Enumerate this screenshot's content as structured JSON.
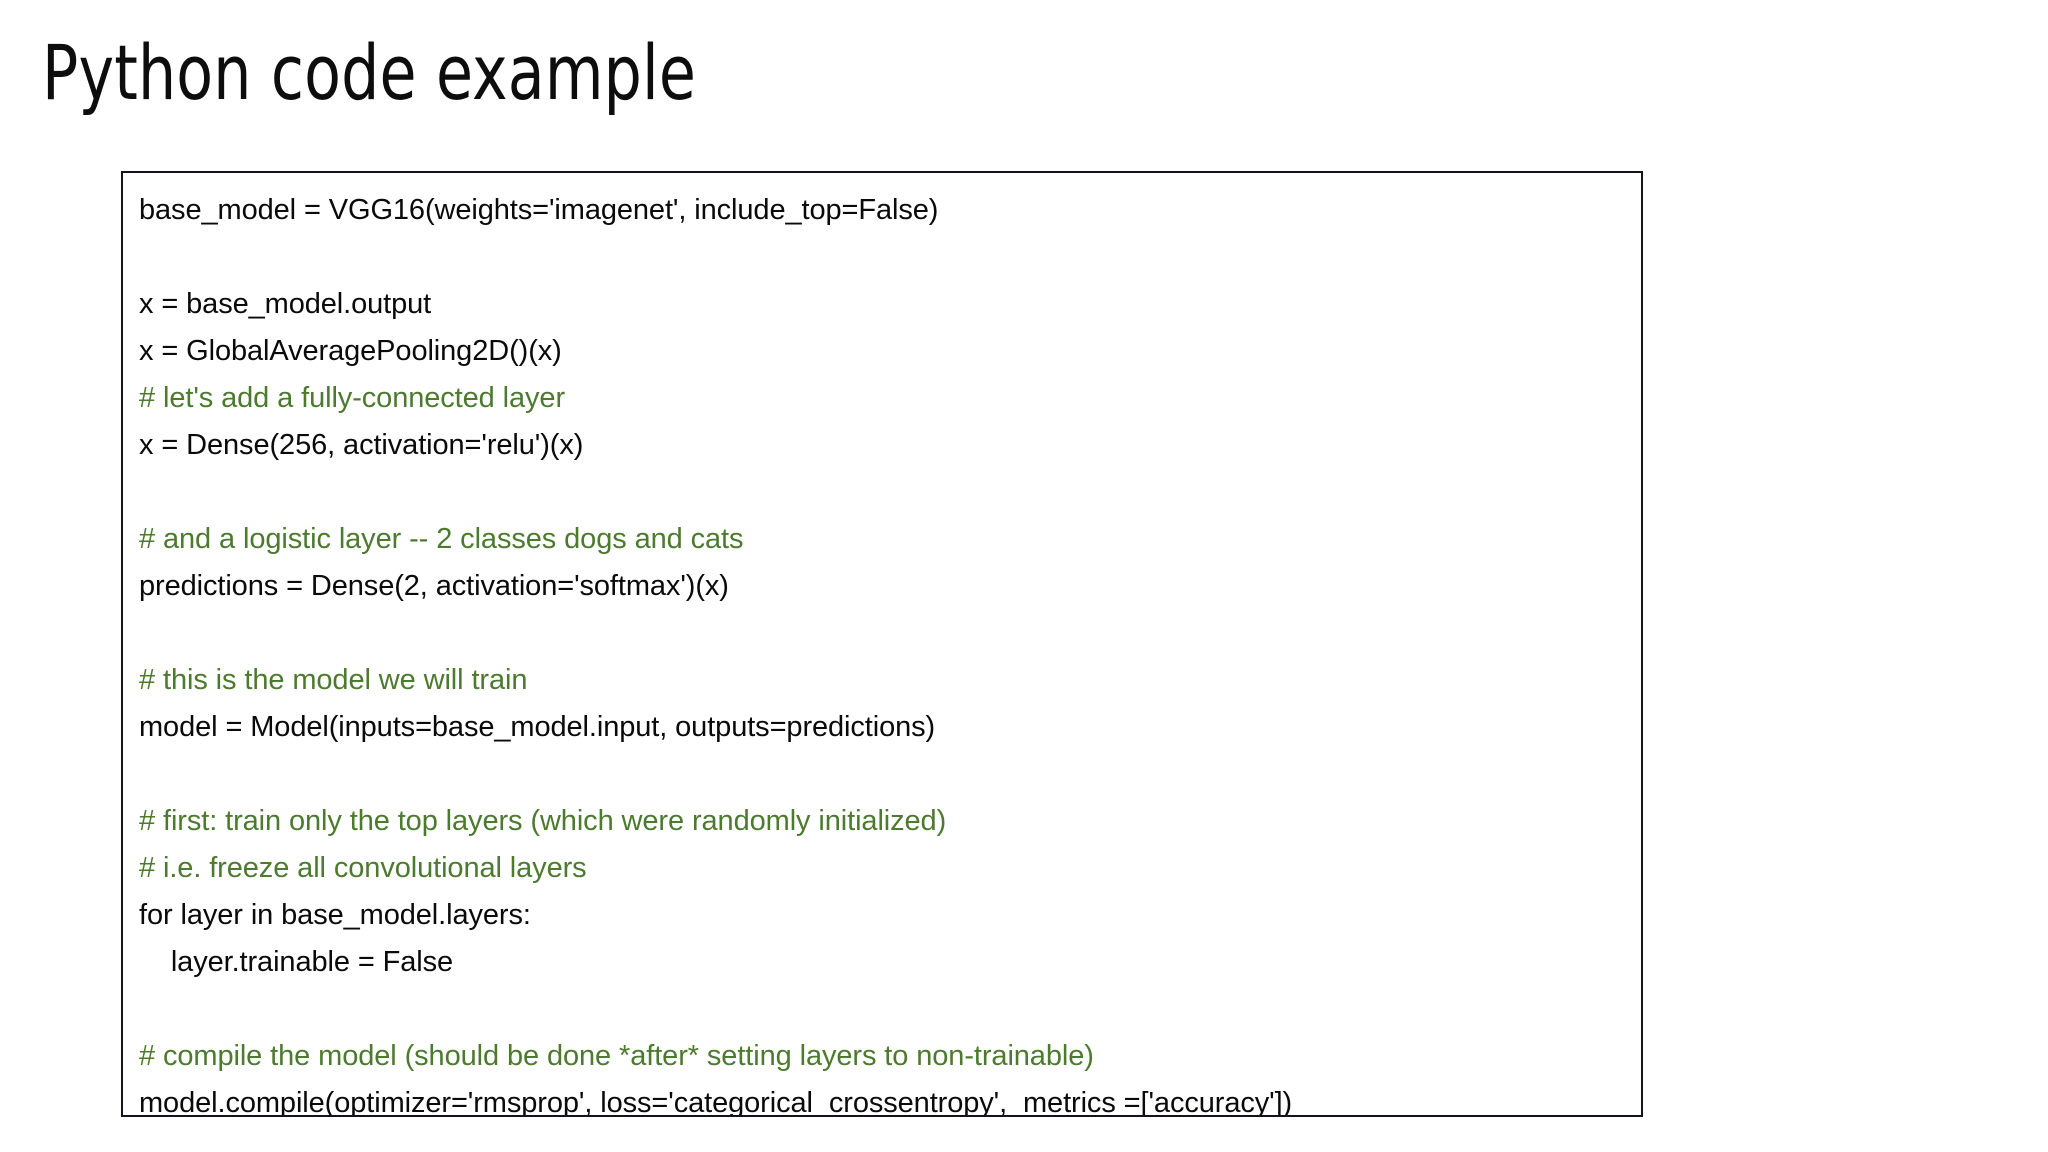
{
  "slide": {
    "title": "Python code example",
    "background_color": "#ffffff",
    "title_color": "#0d0d0d"
  },
  "code_box": {
    "border_color": "#151220",
    "background_color": "#ffffff",
    "code_color": "#0a0a0a",
    "comment_color": "#4c7a2e",
    "language": "python",
    "lines": [
      {
        "text": "base_model = VGG16(weights='imagenet', include_top=False)",
        "kind": "code"
      },
      {
        "text": "",
        "kind": "blank"
      },
      {
        "text": "x = base_model.output",
        "kind": "code"
      },
      {
        "text": "x = GlobalAveragePooling2D()(x)",
        "kind": "code"
      },
      {
        "text": "# let's add a fully-connected layer",
        "kind": "comment"
      },
      {
        "text": "x = Dense(256, activation='relu')(x)",
        "kind": "code"
      },
      {
        "text": "",
        "kind": "blank"
      },
      {
        "text": "# and a logistic layer -- 2 classes dogs and cats",
        "kind": "comment"
      },
      {
        "text": "predictions = Dense(2, activation='softmax')(x)",
        "kind": "code"
      },
      {
        "text": "",
        "kind": "blank"
      },
      {
        "text": "# this is the model we will train",
        "kind": "comment"
      },
      {
        "text": "model = Model(inputs=base_model.input, outputs=predictions)",
        "kind": "code"
      },
      {
        "text": "",
        "kind": "blank"
      },
      {
        "text": "# first: train only the top layers (which were randomly initialized)",
        "kind": "comment"
      },
      {
        "text": "# i.e. freeze all convolutional layers",
        "kind": "comment"
      },
      {
        "text": "for layer in base_model.layers:",
        "kind": "code"
      },
      {
        "text": "    layer.trainable = False",
        "kind": "code"
      },
      {
        "text": "",
        "kind": "blank"
      },
      {
        "text": "# compile the model (should be done *after* setting layers to non-trainable)",
        "kind": "comment"
      },
      {
        "text": "model.compile(optimizer='rmsprop', loss='categorical_crossentropy',  metrics =['accuracy'])",
        "kind": "code"
      }
    ]
  }
}
